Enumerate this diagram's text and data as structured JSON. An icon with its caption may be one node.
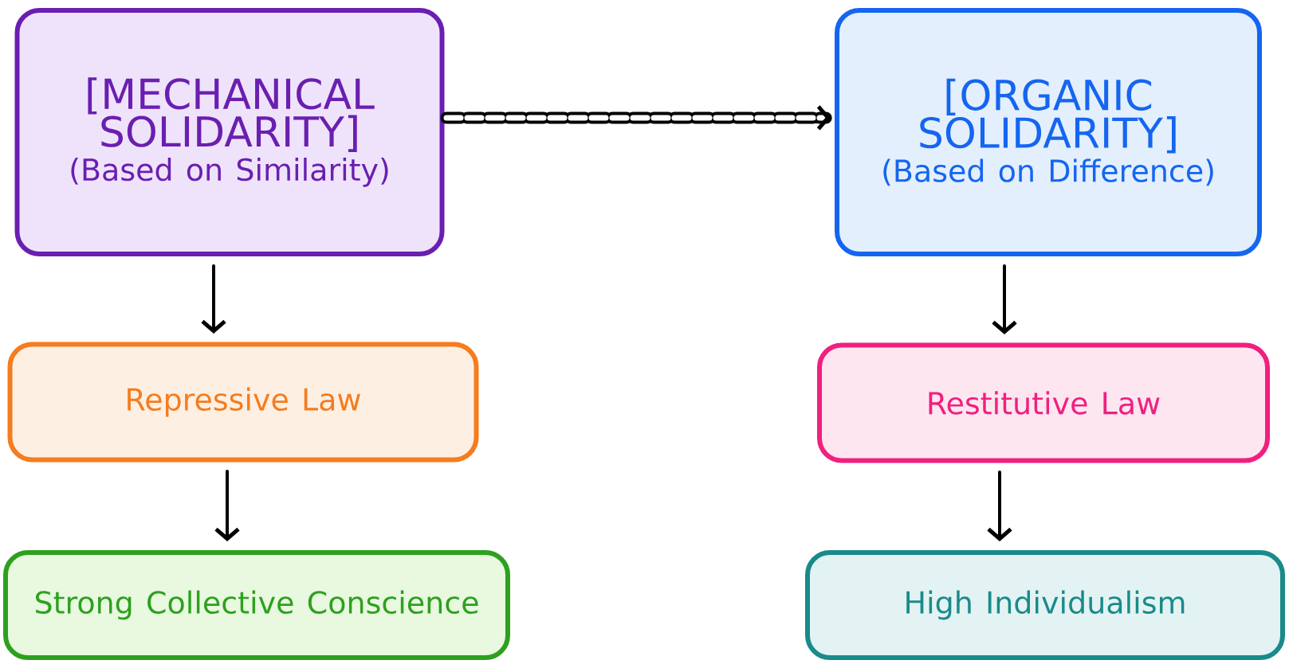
{
  "diagram": {
    "nodes": [
      {
        "text": [
          "[MECHANICAL SOLIDARITY]",
          "(Based on Similarity)"
        ]
      },
      {
        "text": [
          "[ORGANIC SOLIDARITY]",
          "(Based on Difference)"
        ]
      },
      {
        "text": [
          "Repressive Law"
        ]
      },
      {
        "text": [
          "Restitutive Law"
        ]
      },
      {
        "text": [
          "Strong Collective Conscience"
        ]
      },
      {
        "text": [
          "High Individualism"
        ]
      }
    ],
    "edges": [
      {
        "from": 0,
        "to": 1,
        "arrow": "to",
        "style": "dashed"
      },
      {
        "from": 0,
        "to": 2,
        "arrow": "to"
      },
      {
        "from": 2,
        "to": 4,
        "arrow": "to"
      },
      {
        "from": 1,
        "to": 3,
        "arrow": "to"
      },
      {
        "from": 3,
        "to": 5,
        "arrow": "to"
      }
    ]
  }
}
